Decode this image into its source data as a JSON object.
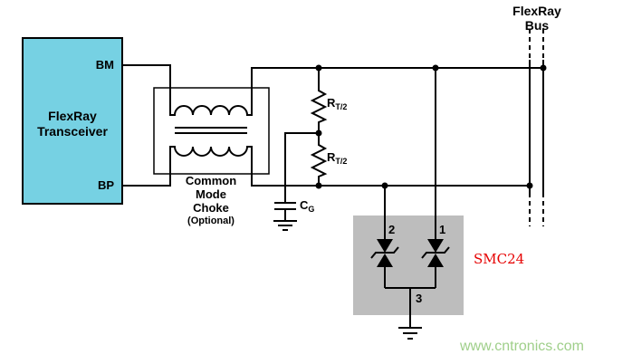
{
  "transceiver": {
    "title": "FlexRay Transceiver",
    "pin_top": "BM",
    "pin_bottom": "BP",
    "fill": "#76d1e3"
  },
  "choke": {
    "title": "Common Mode Choke",
    "subtitle": "(Optional)"
  },
  "termination": {
    "resistor_top": {
      "main": "R",
      "sub": "T/2"
    },
    "resistor_bottom": {
      "main": "R",
      "sub": "T/2"
    }
  },
  "capacitor": {
    "main": "C",
    "sub": "G"
  },
  "tvs": {
    "part_label": "SMC24",
    "part_label_color": "#e60000",
    "box_fill": "#bdbdbd",
    "pin1": "1",
    "pin2": "2",
    "pin3": "3"
  },
  "bus": {
    "title_line1": "FlexRay",
    "title_line2": "Bus"
  },
  "watermark": {
    "text": "www.cntronics.com",
    "color": "#9fcf8a"
  }
}
